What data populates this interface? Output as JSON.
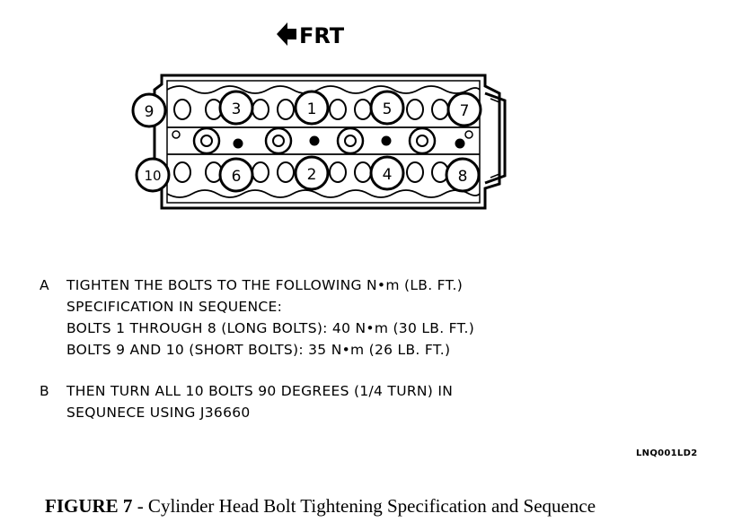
{
  "diagram": {
    "front_label": "FRT",
    "bolts": [
      "9",
      "3",
      "1",
      "5",
      "7",
      "10",
      "6",
      "2",
      "4",
      "8"
    ]
  },
  "instructions": {
    "a": {
      "letter": "A",
      "lines": [
        "TIGHTEN THE BOLTS TO THE FOLLOWING N•m (LB. FT.)",
        "SPECIFICATION IN SEQUENCE:",
        "BOLTS 1 THROUGH 8 (LONG BOLTS): 40 N•m (30 LB. FT.)",
        "BOLTS 9 AND 10 (SHORT BOLTS): 35 N•m (26 LB. FT.)"
      ]
    },
    "b": {
      "letter": "B",
      "lines": [
        "THEN TURN ALL 10 BOLTS 90 DEGREES (1/4 TURN) IN",
        "SEQUNECE USING J36660"
      ]
    }
  },
  "figure_code": "LNQ001LD2",
  "caption": {
    "label": "FIGURE 7",
    "text": " - Cylinder Head Bolt Tightening Specification and Sequence"
  }
}
